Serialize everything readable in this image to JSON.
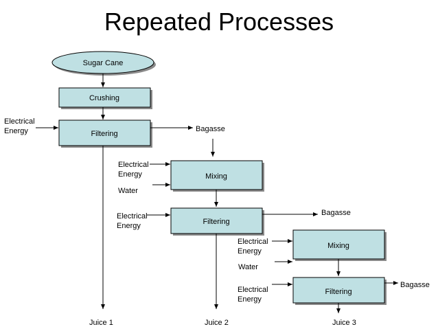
{
  "title": "Repeated Processes",
  "nodes": {
    "sugar_cane": "Sugar Cane",
    "crushing": "Crushing",
    "filtering_1": "Filtering",
    "mixing_1": "Mixing",
    "filtering_2": "Filtering",
    "mixing_2": "Mixing",
    "filtering_3": "Filtering"
  },
  "inputs": {
    "electrical_energy": "Electrical\nEnergy",
    "water": "Water"
  },
  "outputs": {
    "bagasse": "Bagasse",
    "juice_1": "Juice 1",
    "juice_2": "Juice 2",
    "juice_3": "Juice 3"
  },
  "colors": {
    "box_fill": "#bfe0e3",
    "shadow": "#8a8a8a"
  }
}
